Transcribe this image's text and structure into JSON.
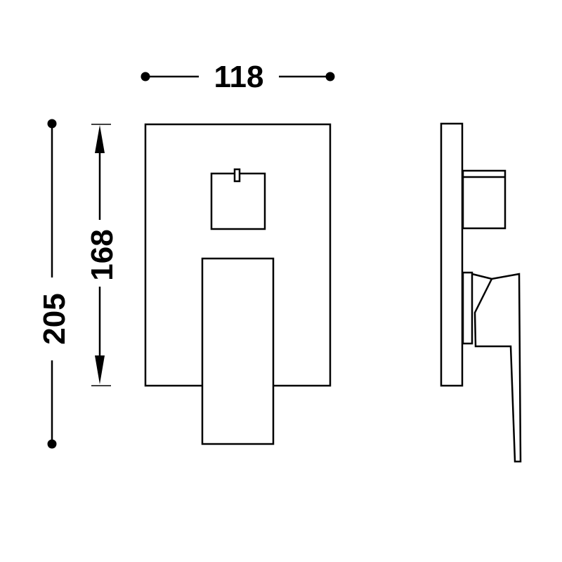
{
  "dimensions": {
    "width_label": "118",
    "inner_height_label": "168",
    "total_height_label": "205"
  },
  "colors": {
    "line": "#000000",
    "background": "#ffffff"
  }
}
